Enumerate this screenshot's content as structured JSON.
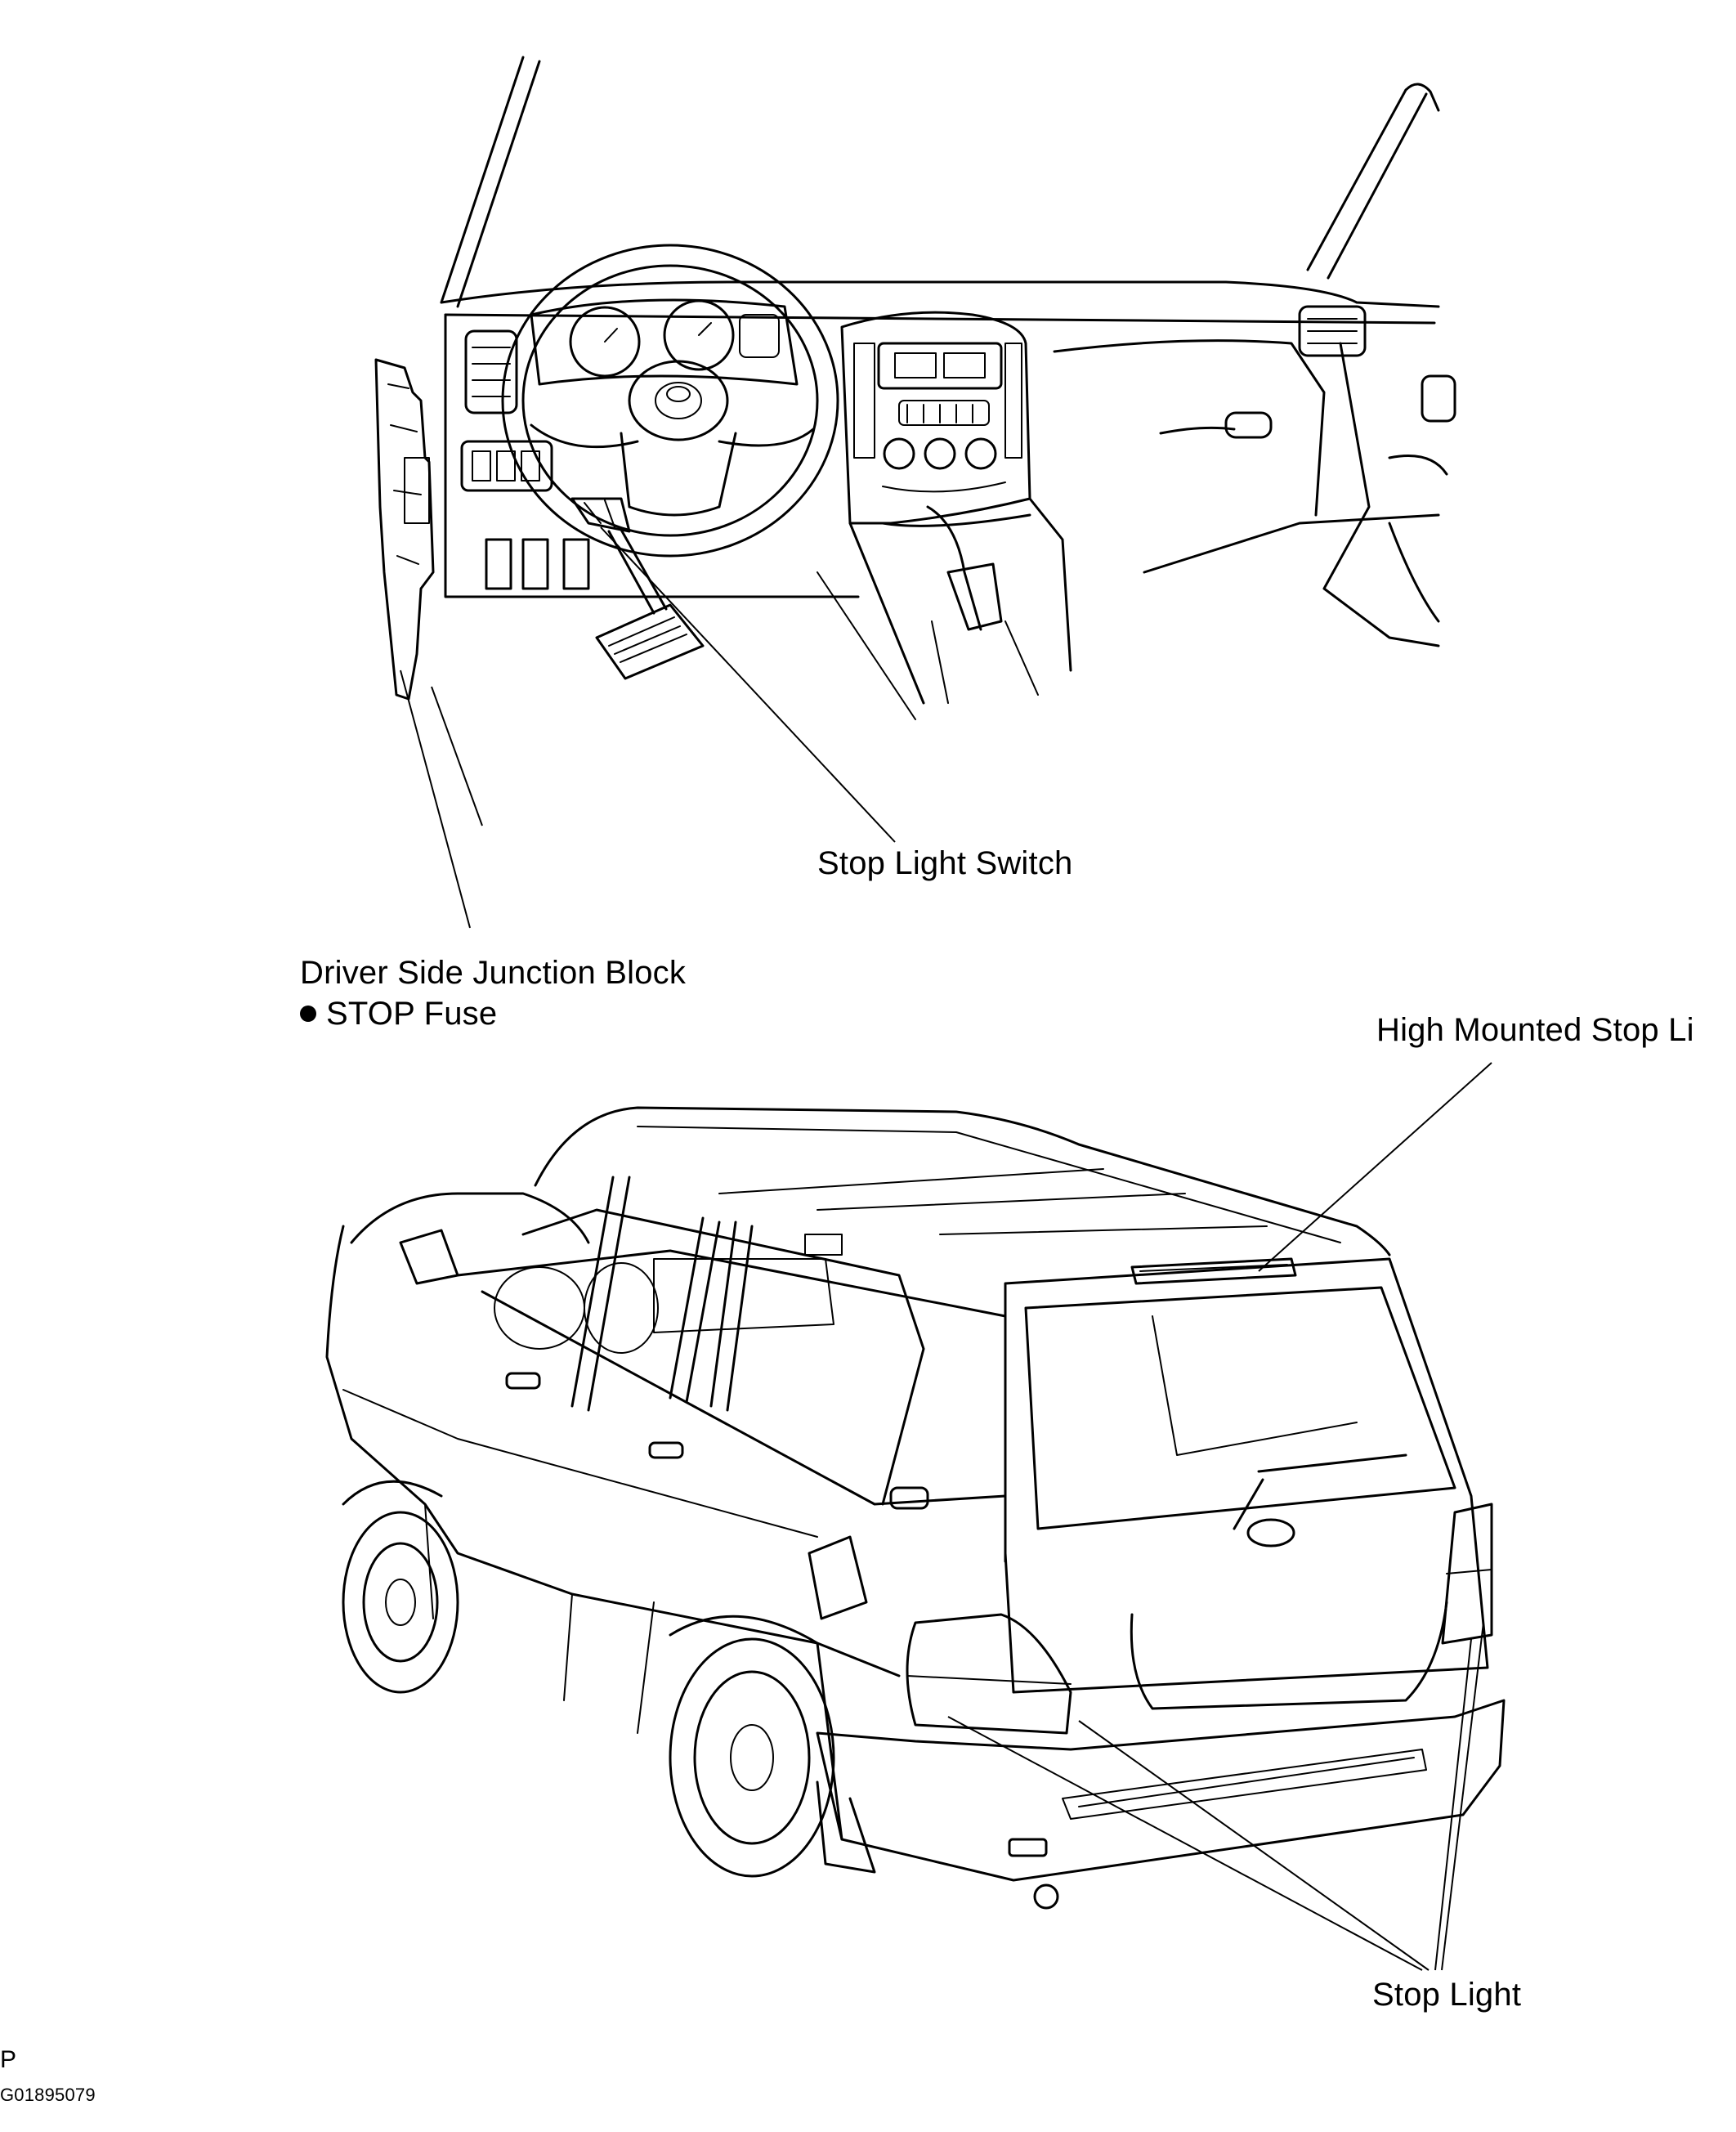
{
  "labels": {
    "stop_light_switch": "Stop Light Switch",
    "driver_side_junction_block": "Driver Side Junction Block",
    "stop_fuse": "STOP Fuse",
    "high_mounted_stop_light": "High Mounted Stop Li",
    "stop_light": "Stop Light"
  },
  "footer": {
    "page_marker": "P",
    "figure_code": "G01895079"
  }
}
